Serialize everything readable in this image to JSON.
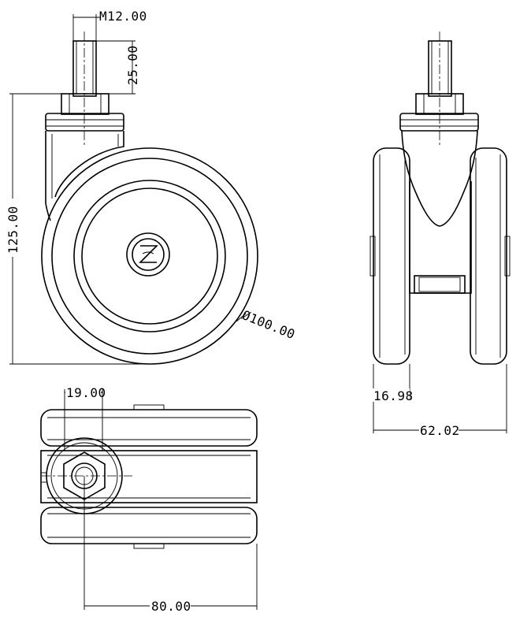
{
  "dimensions": {
    "thread": "M12.00",
    "stem_length": "25.00",
    "total_height": "125.00",
    "wheel_diameter": "Ø100.00",
    "wheel_width": "16.98",
    "overall_width": "62.02",
    "offset": "19.00",
    "swivel_length": "80.00"
  },
  "logo": {
    "icon": "z-circle-logo-icon"
  }
}
